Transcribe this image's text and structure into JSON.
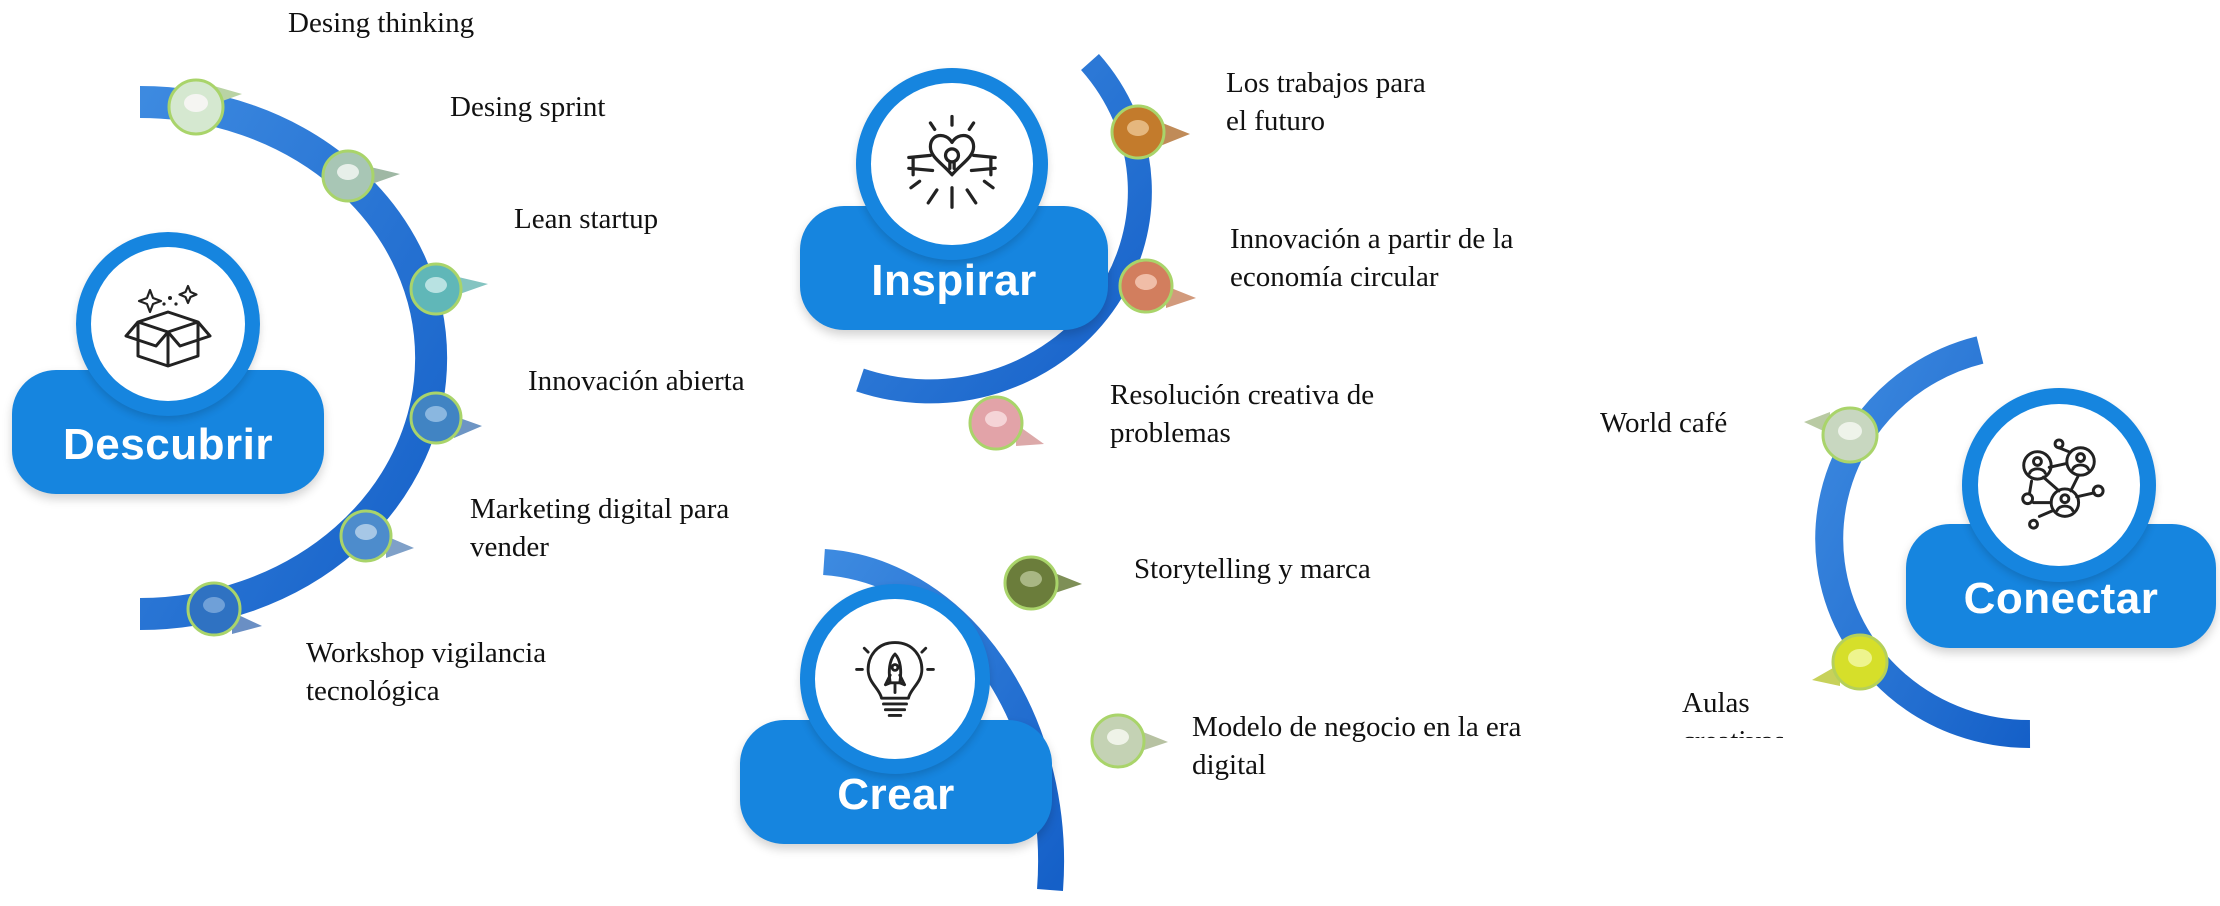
{
  "stages": [
    {
      "title": "Descubrir",
      "icon": "open-box-icon",
      "items": [
        "Desing thinking",
        "Desing sprint",
        "Lean startup",
        "Innovación abierta",
        "Marketing digital para vender",
        "Workshop vigilancia tecnológica"
      ]
    },
    {
      "title": "Inspirar",
      "icon": "hands-heart-lightbulb-icon",
      "items": [
        "Los trabajos para el futuro",
        "Innovación a partir de la economía circular",
        "Resolución creativa de problemas"
      ]
    },
    {
      "title": "Crear",
      "icon": "lightbulb-rocket-icon",
      "items": [
        "Storytelling y marca",
        "Modelo de negocio en la era digital"
      ]
    },
    {
      "title": "Conectar",
      "icon": "network-people-icon",
      "items": [
        "World café",
        "Aulas creativas"
      ]
    }
  ],
  "colors": {
    "card": "#1685df",
    "arc": "#2a72d4",
    "text": "#111111"
  }
}
